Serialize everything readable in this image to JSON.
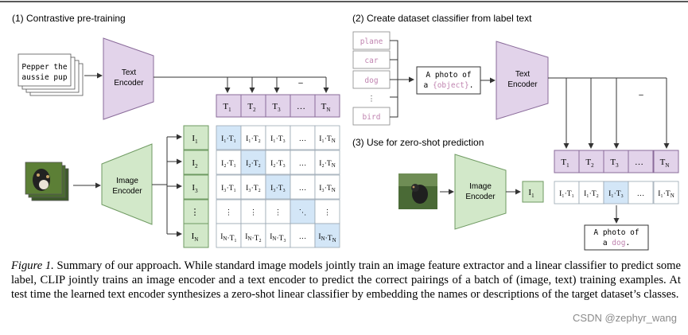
{
  "panel1": {
    "title": "(1) Contrastive pre-training",
    "text_input": [
      "Pepper the",
      "aussie pup"
    ],
    "text_encoder": [
      "Text",
      "Encoder"
    ],
    "image_encoder": [
      "Image",
      "Encoder"
    ],
    "text_embeddings": [
      "T",
      "T",
      "T",
      "…",
      "T"
    ],
    "text_embedding_subs": [
      "1",
      "2",
      "3",
      "",
      "N"
    ],
    "image_embeddings": [
      "I",
      "I",
      "I",
      "⋮",
      "I"
    ],
    "image_embedding_subs": [
      "1",
      "2",
      "3",
      "",
      "N"
    ],
    "matrix_cells": [
      [
        "I₁·T₁",
        "I₁·T₂",
        "I₁·T₃",
        "…",
        "I₁·T_N"
      ],
      [
        "I₂·T₁",
        "I₂·T₂",
        "I₂·T₃",
        "…",
        "I₂·T_N"
      ],
      [
        "I₃·T₁",
        "I₃·T₂",
        "I₃·T₃",
        "…",
        "I₃·T_N"
      ],
      [
        "⋮",
        "⋮",
        "⋮",
        "⋱",
        "⋮"
      ],
      [
        "I_N·T₁",
        "I_N·T₂",
        "I_N·T₃",
        "…",
        "I_N·T_N"
      ]
    ],
    "dash": "–"
  },
  "panel2": {
    "title": "(2) Create dataset classifier from label text",
    "labels": [
      "plane",
      "car",
      "dog",
      "⋮",
      "bird"
    ],
    "template": [
      "A photo of",
      "a {object}."
    ],
    "text_encoder": [
      "Text",
      "Encoder"
    ],
    "dash": "–"
  },
  "panel3": {
    "title": "(3) Use for zero-shot prediction",
    "text_embeddings": [
      "T",
      "T",
      "T",
      "…",
      "T"
    ],
    "text_embedding_subs": [
      "1",
      "2",
      "3",
      "",
      "N"
    ],
    "image_encoder": [
      "Image",
      "Encoder"
    ],
    "image_embedding": "I",
    "image_embedding_sub": "1",
    "scores": [
      "I₁·T₁",
      "I₁·T₂",
      "I₁·T₃",
      "…",
      "I₁·T_N"
    ],
    "prediction": [
      "A photo of",
      "a dog."
    ]
  },
  "caption": {
    "label": "Figure 1.",
    "text": " Summary of our approach. While standard image models jointly train an image feature extractor and a linear classifier to predict some label, CLIP jointly trains an image encoder and a text encoder to predict the correct pairings of a batch of (image, text) training examples. At test time the learned text encoder synthesizes a zero-shot linear classifier by embedding the names or descriptions of the target dataset’s classes."
  },
  "watermark": "CSDN @zephyr_wang",
  "colors": {
    "encoder_text": "#e2d3ea",
    "encoder_image": "#d2e8c9",
    "embed_text": "#e2d3ea",
    "embed_image": "#d2e8c9",
    "highlight": "#d3e6f7",
    "label_text": "#c084b0"
  }
}
